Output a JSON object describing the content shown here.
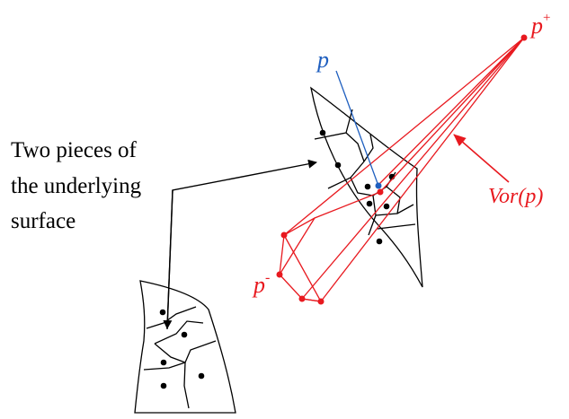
{
  "caption": {
    "lines": [
      "Two pieces of",
      "the underlying",
      "surface"
    ]
  },
  "labels": {
    "p": "p",
    "p_plus_base": "p",
    "p_plus_sup": "+",
    "p_minus_base": "p",
    "p_minus_sup": "-",
    "vor": "Vor(p)"
  },
  "colors": {
    "surface": "#000000",
    "pole_geometry": "#e8191f",
    "sample_point": "#1f5fbf",
    "text": "#000000"
  }
}
